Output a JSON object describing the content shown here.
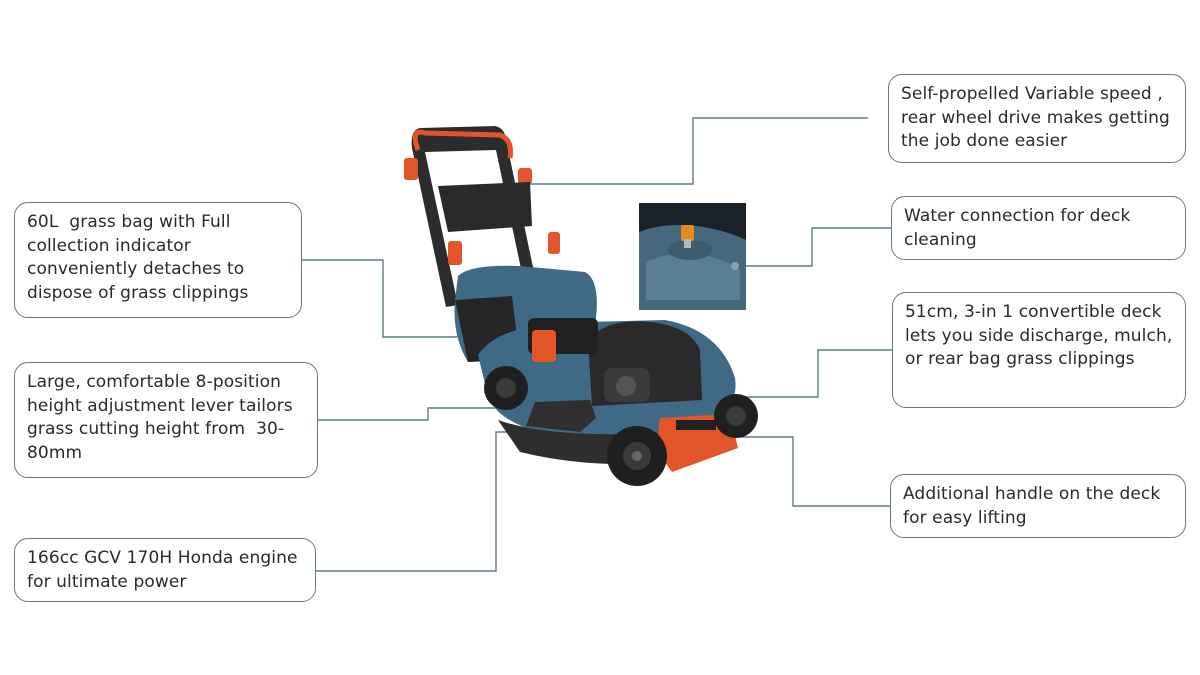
{
  "callouts": {
    "grass_bag": "60L  grass bag with Full collection indicator conveniently detaches to dispose of grass clippings",
    "height_lever": "Large, comfortable 8-position height adjustment lever tailors grass cutting height from  30-80mm",
    "engine": "166cc GCV 170H Honda engine for ultimate power",
    "self_propelled": "Self-propelled Variable speed , rear wheel drive makes getting the job done easier",
    "water_connection": "Water connection for deck cleaning",
    "convertible_deck": "51cm, 3-in 1 convertible deck lets you side discharge, mulch, or rear bag grass clippings",
    "deck_handle": "Additional handle on the deck for easy lifting"
  },
  "colors": {
    "callout_border": "#5f7d87",
    "leader_line": "#5f7d87",
    "deck_blue": "#3e6a86",
    "accent_orange": "#e2542a",
    "body_dark": "#2b2b2b"
  },
  "icons": {
    "product": "lawn-mower-illustration",
    "inset": "water-connector-inset"
  }
}
